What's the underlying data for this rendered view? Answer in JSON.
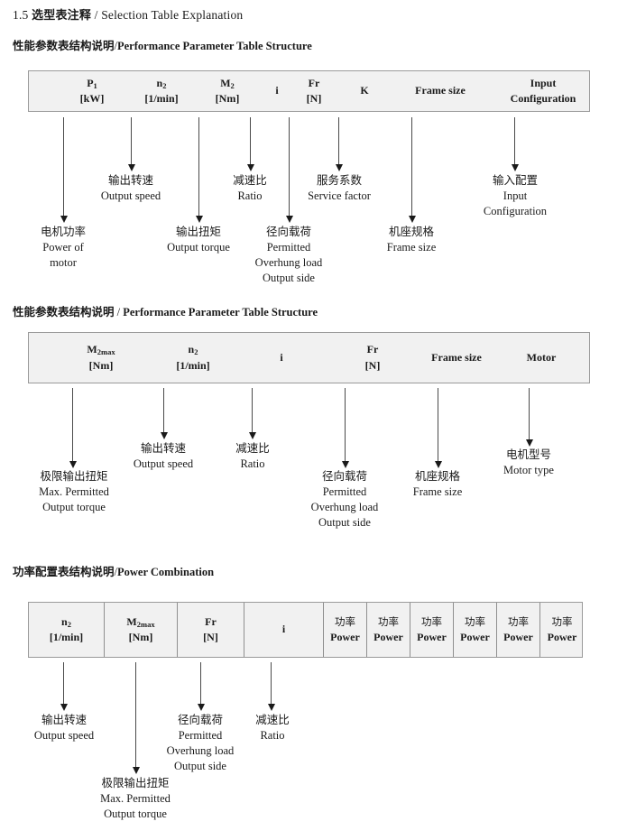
{
  "document": {
    "section_number": "1.5",
    "title_cn": "选型表注释",
    "separator": "/",
    "title_en": "Selection Table Explanation"
  },
  "sections": [
    {
      "id": "performance-parameter-1",
      "heading_cn": "性能参数表结构说明",
      "heading_sep": "/",
      "heading_en": "Performance Parameter Table Structure",
      "columns": [
        {
          "symbol": "P",
          "sub": "1",
          "unit": "[kW]"
        },
        {
          "symbol": "n",
          "sub": "2",
          "unit": "[1/min]"
        },
        {
          "symbol": "M",
          "sub": "2",
          "unit": "[Nm]"
        },
        {
          "symbol": "i",
          "sub": "",
          "unit": ""
        },
        {
          "symbol": "Fr",
          "sub": "",
          "unit": "[N]"
        },
        {
          "symbol": "K",
          "sub": "",
          "unit": ""
        },
        {
          "symbol": "Frame size",
          "sub": "",
          "unit": ""
        },
        {
          "symbol": "Input",
          "sub": "",
          "unit": "Configuration"
        }
      ],
      "notes": [
        {
          "cn": "电机功率",
          "en": [
            "Power of",
            "motor"
          ]
        },
        {
          "cn": "输出转速",
          "en": [
            "Output speed"
          ]
        },
        {
          "cn": "输出扭矩",
          "en": [
            "Output torque"
          ]
        },
        {
          "cn": "减速比",
          "en": [
            "Ratio"
          ]
        },
        {
          "cn": "径向载荷",
          "en": [
            "Permitted",
            "Overhung load",
            "Output side"
          ]
        },
        {
          "cn": "服务系数",
          "en": [
            "Service factor"
          ]
        },
        {
          "cn": "机座规格",
          "en": [
            "Frame size"
          ]
        },
        {
          "cn": "输入配置",
          "en": [
            "Input",
            "Configuration"
          ]
        }
      ]
    },
    {
      "id": "performance-parameter-2",
      "heading_cn": "性能参数表结构说明",
      "heading_sep": "/",
      "heading_en": "Performance Parameter Table Structure",
      "columns": [
        {
          "symbol": "M",
          "sub": "2max",
          "unit": "[Nm]"
        },
        {
          "symbol": "n",
          "sub": "2",
          "unit": "[1/min]"
        },
        {
          "symbol": "i",
          "sub": "",
          "unit": ""
        },
        {
          "symbol": "Fr",
          "sub": "",
          "unit": "[N]"
        },
        {
          "symbol": "Frame size",
          "sub": "",
          "unit": ""
        },
        {
          "symbol": "Motor",
          "sub": "",
          "unit": ""
        }
      ],
      "notes": [
        {
          "cn": "极限输出扭矩",
          "en": [
            "Max. Permitted",
            "Output  torque"
          ]
        },
        {
          "cn": "输出转速",
          "en": [
            "Output speed"
          ]
        },
        {
          "cn": "减速比",
          "en": [
            "Ratio"
          ]
        },
        {
          "cn": "径向载荷",
          "en": [
            "Permitted",
            "Overhung load",
            "Output side"
          ]
        },
        {
          "cn": "机座规格",
          "en": [
            "Frame size"
          ]
        },
        {
          "cn": "电机型号",
          "en": [
            "Motor type"
          ]
        }
      ]
    },
    {
      "id": "power-combination",
      "heading_cn": "功率配置表结构说明",
      "heading_sep": "/",
      "heading_en": "Power Combination",
      "columns": [
        {
          "symbol": "n",
          "sub": "2",
          "unit": "[1/min]"
        },
        {
          "symbol": "M",
          "sub": "2max",
          "unit": "[Nm]"
        },
        {
          "symbol": "Fr",
          "sub": "",
          "unit": "[N]"
        },
        {
          "symbol": "i",
          "sub": "",
          "unit": ""
        },
        {
          "symbol_cn": "功率",
          "symbol": "Power",
          "sub": "",
          "unit": ""
        },
        {
          "symbol_cn": "功率",
          "symbol": "Power",
          "sub": "",
          "unit": ""
        },
        {
          "symbol_cn": "功率",
          "symbol": "Power",
          "sub": "",
          "unit": ""
        },
        {
          "symbol_cn": "功率",
          "symbol": "Power",
          "sub": "",
          "unit": ""
        },
        {
          "symbol_cn": "功率",
          "symbol": "Power",
          "sub": "",
          "unit": ""
        },
        {
          "symbol_cn": "功率",
          "symbol": "Power",
          "sub": "",
          "unit": ""
        }
      ],
      "notes": [
        {
          "cn": "输出转速",
          "en": [
            "Output speed"
          ]
        },
        {
          "cn": "极限输出扭矩",
          "en": [
            "Max. Permitted",
            "Output  torque"
          ]
        },
        {
          "cn": "径向载荷",
          "en": [
            "Permitted",
            "Overhung load",
            "Output side"
          ]
        },
        {
          "cn": "减速比",
          "en": [
            "Ratio"
          ]
        }
      ]
    }
  ],
  "colors": {
    "table_fill": "#f1f1f1",
    "table_border": "#9a9a9a",
    "arrow": "#1a1a1a",
    "text": "#1a1a1a"
  }
}
